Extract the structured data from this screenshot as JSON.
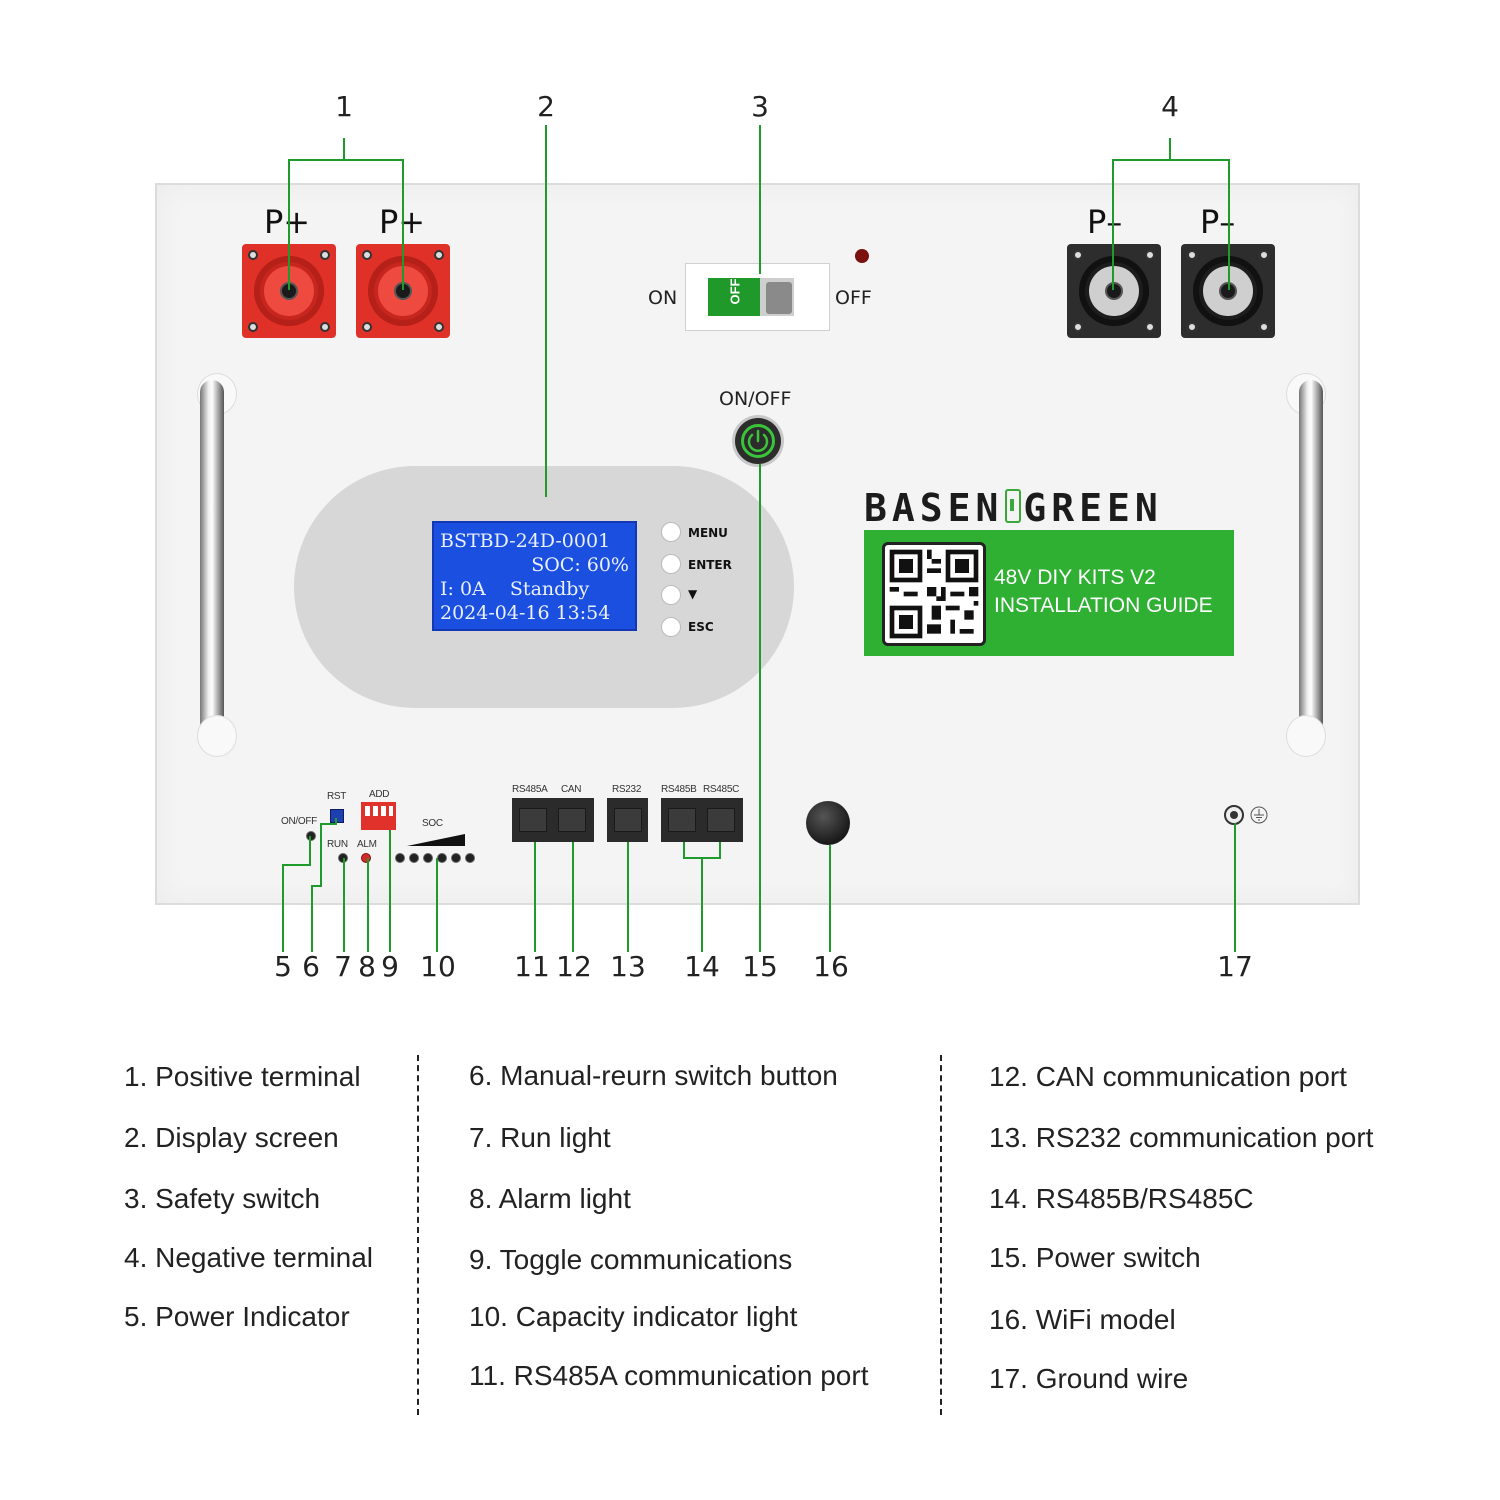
{
  "callouts": [
    "1",
    "2",
    "3",
    "4",
    "5",
    "6",
    "7",
    "8",
    "9",
    "10",
    "11",
    "12",
    "13",
    "14",
    "15",
    "16",
    "17"
  ],
  "terminals": {
    "positive_label": "P+",
    "negative_label": "P–"
  },
  "breaker": {
    "on_label": "ON",
    "off_label": "OFF",
    "switch_text": "OFF"
  },
  "power_button_label": "ON/OFF",
  "lcd": {
    "line1": "BSTBD-24D-0001",
    "line2": "SOC: 60%",
    "line3": "I: 0A    Standby",
    "line4": "2024-04-16 13:54"
  },
  "display_buttons": [
    "MENU",
    "ENTER",
    "▼",
    "ESC"
  ],
  "brand": {
    "left": "BASEN",
    "right": "GREEN"
  },
  "guide_label": {
    "line1": "48V DIY KITS V2",
    "line2": "INSTALLATION GUIDE"
  },
  "bottom_labels": {
    "rst": "RST",
    "add": "ADD",
    "onoff": "ON/OFF",
    "run": "RUN",
    "alm": "ALM",
    "soc": "SOC",
    "rs485a": "RS485A",
    "can": "CAN",
    "rs232": "RS232",
    "rs485b": "RS485B",
    "rs485c": "RS485C"
  },
  "legend": {
    "col1": [
      "1. Positive terminal",
      "2. Display screen",
      "3. Safety switch",
      "4. Negative terminal",
      "5. Power Indicator"
    ],
    "col2": [
      "6. Manual-reurn switch button",
      "7. Run light",
      "8. Alarm light",
      "9. Toggle communications",
      "10. Capacity indicator light",
      "11. RS485A communication port"
    ],
    "col3": [
      "12. CAN communication port",
      "13. RS232 communication port",
      "14. RS485B/RS485C",
      "15. Power switch",
      "16. WiFi model",
      "17. Ground wire"
    ]
  },
  "colors": {
    "callout_line": "#1e9b2a",
    "positive_terminal": "#e03128",
    "negative_terminal": "#2d2d2d",
    "lcd_background": "#1b4fe0",
    "guide_label": "#2fb033",
    "alarm_led": "#d22b2b"
  },
  "icons": [
    "power-icon",
    "qr-code-icon",
    "ground-icon",
    "battery-leaf-icon"
  ]
}
